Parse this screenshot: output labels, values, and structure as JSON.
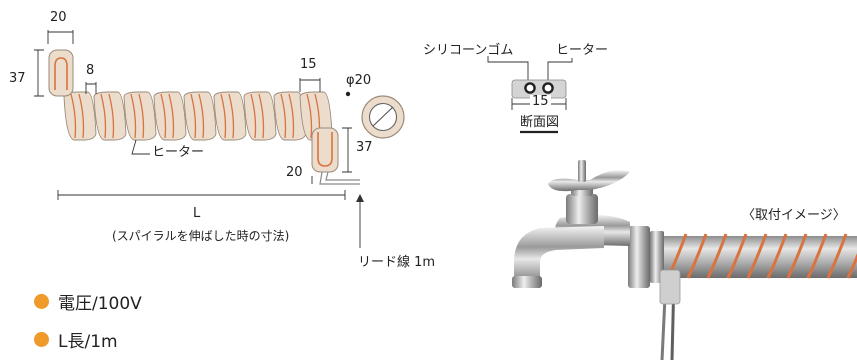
{
  "colors": {
    "bullet": "#f09a2a",
    "heater_line": "#d9733f",
    "silicone": "#ecdccc",
    "silicone_edge": "#9b8a79",
    "pipe": "#c4c4c4"
  },
  "diagram": {
    "dim_top_width": "20",
    "dim_top_height": "37",
    "dim_pitch": "8",
    "dim_right_width": "15",
    "dim_diameter": "φ20",
    "dim_right_height": "37",
    "dim_right_width2": "20",
    "heater_label": "ヒーター",
    "length_symbol": "L",
    "length_note": "(スパイラルを伸ばした時の寸法)",
    "lead_wire_label": "リード線 1m"
  },
  "cross_section": {
    "silicone_label": "シリコーンゴム",
    "heater_label": "ヒーター",
    "width": "15",
    "caption": "断面図"
  },
  "install_caption": "〈取付イメージ〉",
  "specs": [
    {
      "text": "電圧/100V"
    },
    {
      "text": "L長/1m"
    }
  ]
}
